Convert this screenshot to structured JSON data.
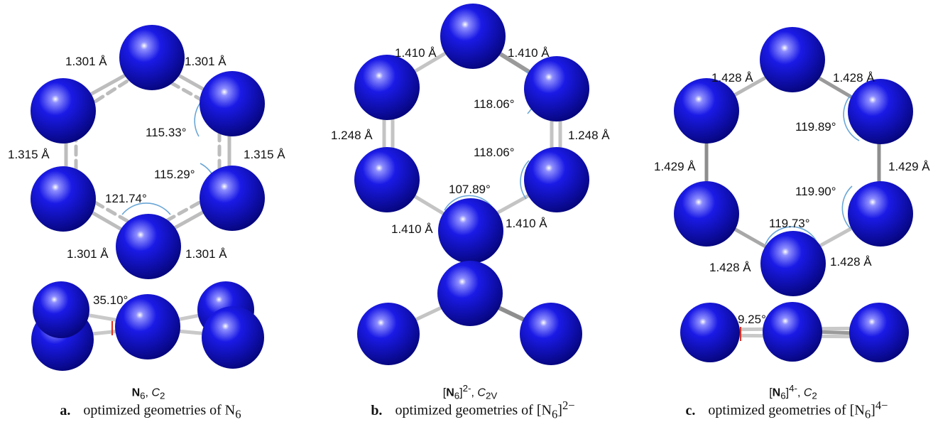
{
  "panels": [
    {
      "letter": "a.",
      "caption_text": "optimized geometries of N",
      "caption_sub": "6",
      "caption_sup": "",
      "mol_label_open": "",
      "mol_label_n": "N",
      "mol_label_sub": "6",
      "mol_label_close": "",
      "mol_label_sup": "",
      "mol_label_sep": ", ",
      "mol_label_group": "C",
      "mol_label_group_sub": "2",
      "bond_labels": [
        "1.301 Å",
        "1.301 Å",
        "1.315 Å",
        "1.315 Å",
        "1.301 Å",
        "1.301 Å"
      ],
      "angle_labels": [
        "115.33°",
        "115.29°",
        "121.74°"
      ],
      "side_angle_label": "35.10°"
    },
    {
      "letter": "b.",
      "caption_text": "optimized geometries of [N",
      "caption_sub": "6",
      "caption_sup": "2−",
      "mol_label_open": "[",
      "mol_label_n": "N",
      "mol_label_sub": "6",
      "mol_label_close": "]",
      "mol_label_sup": "2-",
      "mol_label_sep": ", ",
      "mol_label_group": "C",
      "mol_label_group_sub": "2V",
      "bond_labels": [
        "1.410 Å",
        "1.410 Å",
        "1.248 Å",
        "1.248 Å",
        "1.410 Å",
        "1.410 Å"
      ],
      "angle_labels": [
        "118.06°",
        "118.06°",
        "107.89°"
      ],
      "side_angle_label": ""
    },
    {
      "letter": "c.",
      "caption_text": "optimized geometries of [N",
      "caption_sub": "6",
      "caption_sup": "4−",
      "mol_label_open": "[",
      "mol_label_n": "N",
      "mol_label_sub": "6",
      "mol_label_close": "]",
      "mol_label_sup": "4-",
      "mol_label_sep": ", ",
      "mol_label_group": "C",
      "mol_label_group_sub": "2",
      "bond_labels": [
        "1.428 Å",
        "1.428 Å",
        "1.429 Å",
        "1.429 Å",
        "1.428 Å",
        "1.428 Å"
      ],
      "angle_labels": [
        "119.89°",
        "119.90°",
        "119.73°"
      ],
      "side_angle_label": "9.25°"
    }
  ],
  "colors": {
    "atom": "#1010d8",
    "atom_dark": "#05057a",
    "bond": "#c9c9c9",
    "angle_arc": "#6aa6d6",
    "dihedral_mark": "#e0301e"
  }
}
